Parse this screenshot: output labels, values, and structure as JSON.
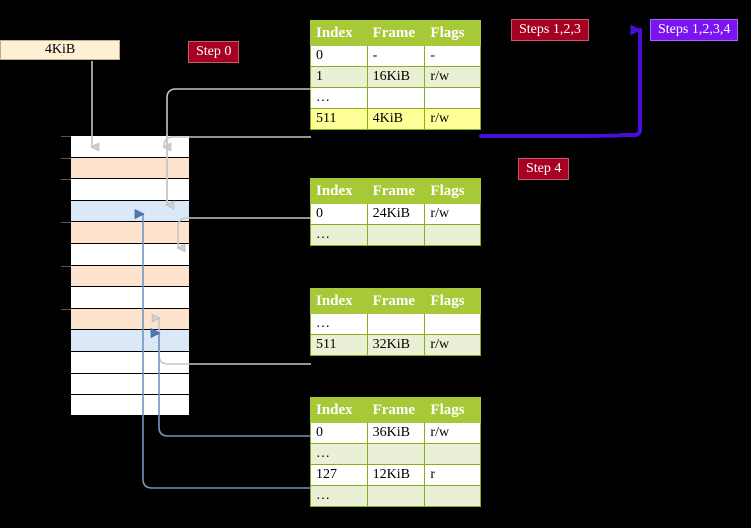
{
  "labels": {
    "memory_size": "4KiB",
    "step0": "Step 0",
    "steps123": "Steps 1,2,3",
    "steps1234": "Steps 1,2,3,4",
    "step4": "Step 4"
  },
  "colors": {
    "table_header_bg": "#a8c937",
    "table_alt_row_bg": "#eaf0d5",
    "highlight": "#ffff99",
    "badge_dark_red": "#a60022",
    "badge_violet": "#7a14f0",
    "memory_orange": "#fde3cd",
    "memory_blue": "#dbe8f7",
    "memsize_bg": "#fdf0d5",
    "arrow_gray": "#b3b3b3",
    "arrow_blue": "#5b84b1"
  },
  "columns": [
    "Index",
    "Frame",
    "Flags"
  ],
  "tables": [
    {
      "id": "pml4-table",
      "rows": [
        {
          "index": "0",
          "frame": "-",
          "flags": "-",
          "style": "white",
          "highlight": false
        },
        {
          "index": "1",
          "frame": "16KiB",
          "flags": "r/w",
          "style": "alt",
          "highlight": false
        },
        {
          "index": "…",
          "frame": "",
          "flags": "",
          "style": "white",
          "highlight": false
        },
        {
          "index": "511",
          "frame": "4KiB",
          "flags": "r/w",
          "style": "alt",
          "highlight": true
        }
      ]
    },
    {
      "id": "pdpt-table",
      "rows": [
        {
          "index": "0",
          "frame": "24KiB",
          "flags": "r/w",
          "style": "white",
          "highlight": false
        },
        {
          "index": "…",
          "frame": "",
          "flags": "",
          "style": "alt",
          "highlight": false
        }
      ]
    },
    {
      "id": "pd-table",
      "rows": [
        {
          "index": "…",
          "frame": "",
          "flags": "",
          "style": "white",
          "highlight": false
        },
        {
          "index": "511",
          "frame": "32KiB",
          "flags": "r/w",
          "style": "alt",
          "highlight": false
        }
      ]
    },
    {
      "id": "pt-table",
      "rows": [
        {
          "index": "0",
          "frame": "36KiB",
          "flags": "r/w",
          "style": "white",
          "highlight": false
        },
        {
          "index": "…",
          "frame": "",
          "flags": "",
          "style": "alt",
          "highlight": false
        },
        {
          "index": "127",
          "frame": "12KiB",
          "flags": "r",
          "style": "white",
          "highlight": false
        },
        {
          "index": "…",
          "frame": "",
          "flags": "",
          "style": "alt",
          "highlight": false
        }
      ]
    }
  ],
  "memory_rows": [
    {
      "n": 0,
      "fill": "white",
      "tick": true
    },
    {
      "n": 1,
      "fill": "orange",
      "tick": true
    },
    {
      "n": 2,
      "fill": "white",
      "tick": true
    },
    {
      "n": 3,
      "fill": "blue",
      "tick": false
    },
    {
      "n": 4,
      "fill": "orange",
      "tick": true
    },
    {
      "n": 5,
      "fill": "white",
      "tick": false
    },
    {
      "n": 6,
      "fill": "orange",
      "tick": true
    },
    {
      "n": 7,
      "fill": "white",
      "tick": false
    },
    {
      "n": 8,
      "fill": "orange",
      "tick": true
    },
    {
      "n": 9,
      "fill": "blue",
      "tick": false
    },
    {
      "n": 10,
      "fill": "white",
      "tick": false
    },
    {
      "n": 11,
      "fill": "white",
      "tick": false
    },
    {
      "n": 12,
      "fill": "white",
      "tick": false
    }
  ]
}
